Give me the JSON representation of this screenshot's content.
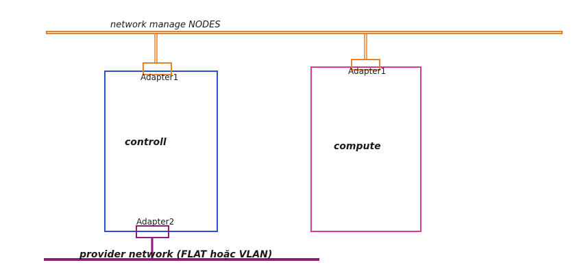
{
  "management_network": {
    "label": "network manage NODES",
    "color": "#e8802a"
  },
  "provider_network": {
    "label": "provider network (FLAT hoặc VLAN)",
    "color": "#8e1a7a"
  },
  "nodes": {
    "controll": {
      "label": "controll",
      "color": "#2a4fd6",
      "adapter1": "Adapter1",
      "adapter2": "Adapter2"
    },
    "compute": {
      "label": "compute",
      "color": "#d63a96",
      "adapter1": "Adapter1"
    }
  }
}
